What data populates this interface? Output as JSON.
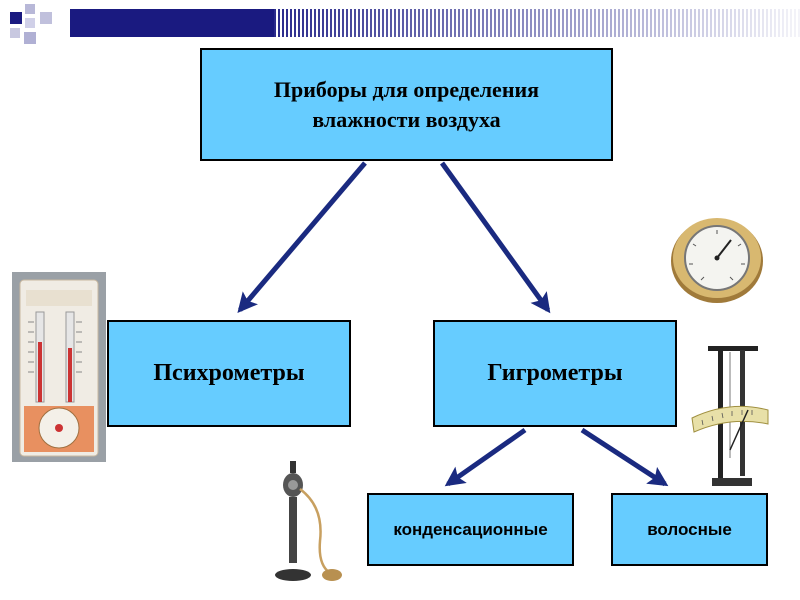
{
  "diagram": {
    "root": {
      "label": "Приборы для определения влажности воздуха"
    },
    "branches": [
      {
        "label": "Психрометры"
      },
      {
        "label": "Гигрометры"
      }
    ],
    "leaves": [
      {
        "label": "конденсационные"
      },
      {
        "label": "волосные"
      }
    ]
  },
  "colors": {
    "box_fill": "#66ccff",
    "arrow": "#1a2a80",
    "header_stripe": "#1a1a80"
  },
  "illustrations": [
    "psychrometer-image",
    "dial-hygrometer-image",
    "hair-hygrometer-image",
    "condensation-hygrometer-image"
  ]
}
